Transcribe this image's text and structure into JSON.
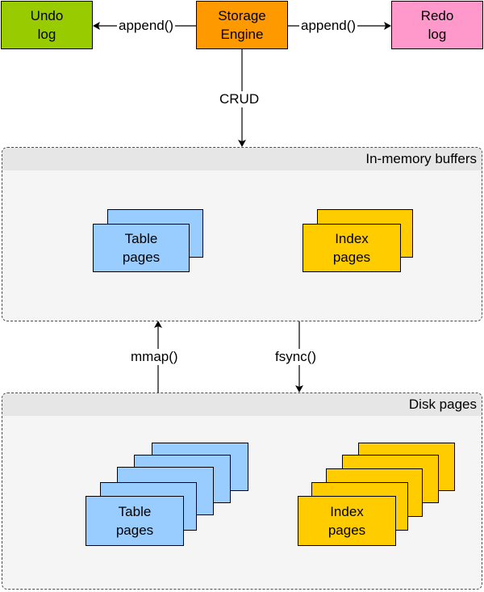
{
  "nodes": {
    "undo_log": "Undo\nlog",
    "storage_engine": "Storage\nEngine",
    "redo_log": "Redo\nlog"
  },
  "containers": {
    "memory": {
      "title": "In-memory buffers",
      "table_pages": "Table\npages",
      "index_pages": "Index\npages"
    },
    "disk": {
      "title": "Disk pages",
      "table_pages": "Table\npages",
      "index_pages": "Index\npages"
    }
  },
  "edges": {
    "append_left": "append()",
    "append_right": "append()",
    "crud": "CRUD",
    "mmap": "mmap()",
    "fsync": "fsync()"
  },
  "colors": {
    "undo_log": "#99cc00",
    "storage_engine": "#ff9900",
    "redo_log": "#ff99cc",
    "table_pages": "#99ccff",
    "index_pages": "#ffcc00"
  }
}
